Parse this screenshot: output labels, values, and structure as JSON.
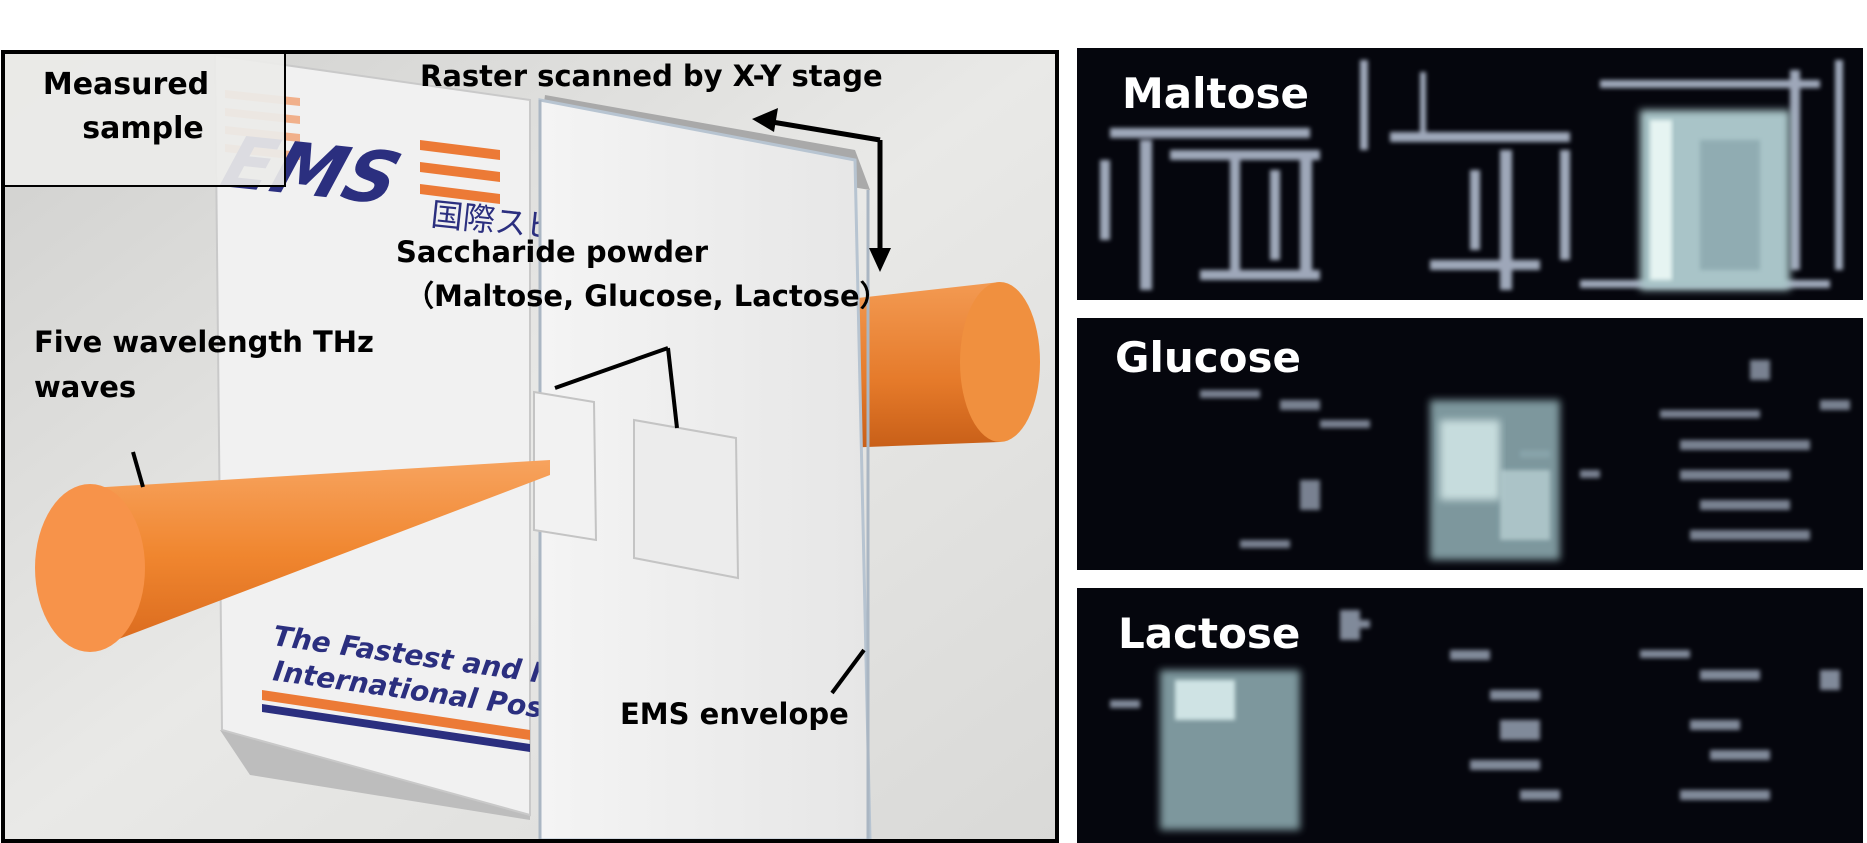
{
  "labels": {
    "measured_sample_line1": "Measured",
    "measured_sample_line2": "sample",
    "raster_scan": "Raster scanned by X-Y stage",
    "saccharide_line1": "Saccharide powder",
    "saccharide_line2": "（Maltose, Glucose, Lactose）",
    "thz_line1": "Five wavelength THz",
    "thz_line2": "waves",
    "ems_envelope": "EMS envelope"
  },
  "envelope_print": {
    "logo": "EMS",
    "japanese": "国際スピ",
    "slogan_line1": "The Fastest and Mos",
    "slogan_line2": "International Postal"
  },
  "panels": [
    {
      "title": "Maltose"
    },
    {
      "title": "Glucose"
    },
    {
      "title": "Lactose"
    }
  ],
  "colors": {
    "beam": "#f08a3a",
    "beam_face": "#f7934a",
    "panel_bg": "#05060d",
    "signal": "#c9d4e6",
    "logo_blue": "#2b2f7f",
    "logo_orange": "#ec7a36"
  }
}
